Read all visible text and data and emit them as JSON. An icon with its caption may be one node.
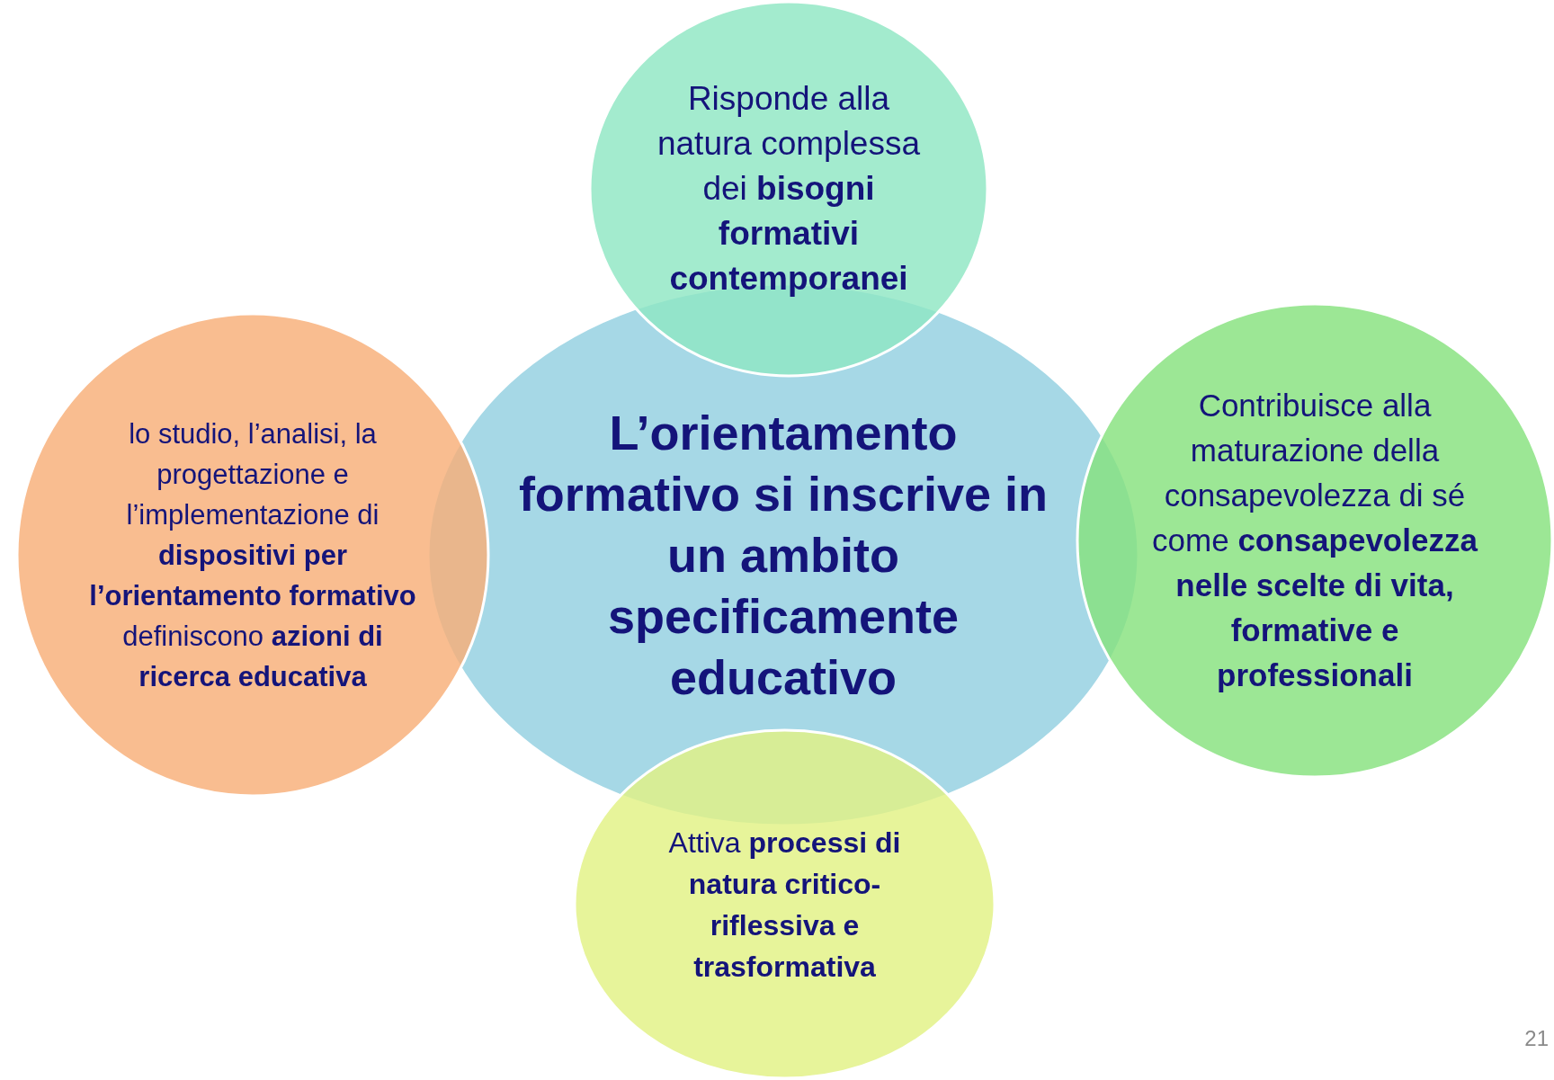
{
  "diagram": {
    "nodes": [
      {
        "text": [
          "L’orientamento formativo si inscrive in un ambito specificamente educativo"
        ]
      },
      {
        "text": [
          "Risponde alla natura complessa dei **bisogni formativi contemporanei**"
        ]
      },
      {
        "text": [
          "lo studio, l’analisi, la progettazione e l’implementazione di **dispositivi per l’orientamento formativo** definiscono **azioni di ricerca educativa**"
        ]
      },
      {
        "text": [
          "Contribuisce alla maturazione della consapevolezza di sé come **consapevolezza nelle scelte di vita, formative e professionali**"
        ]
      },
      {
        "text": [
          "Attiva **processi di natura critico-riflessiva e trasformativa**"
        ]
      }
    ],
    "labels": [
      "21"
    ]
  }
}
